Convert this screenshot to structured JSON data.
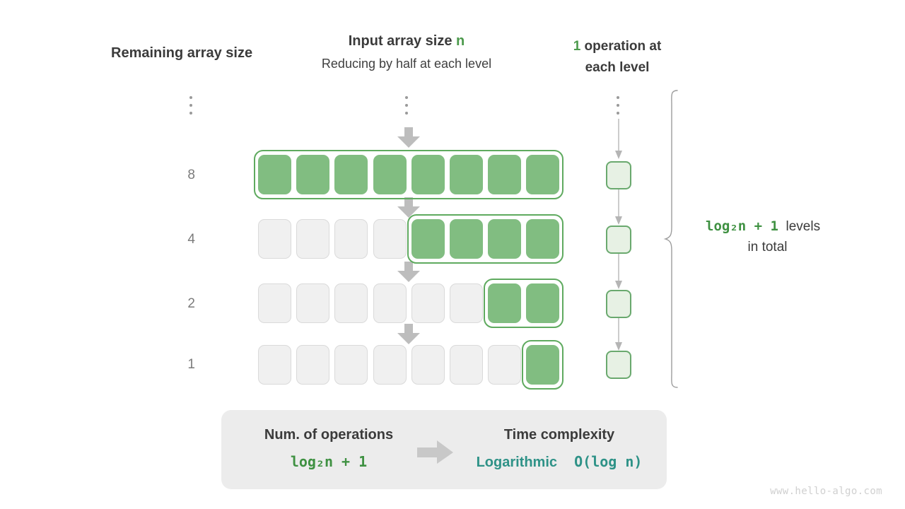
{
  "headers": {
    "left": "Remaining array size",
    "mid_title_text": "Input array size ",
    "mid_title_var": "n",
    "mid_subtitle": "Reducing by half at each level",
    "right_count": "1",
    "right_text_line1": " operation at",
    "right_text_line2": "each level"
  },
  "levels": [
    {
      "size_label": "8",
      "total_cells": 8,
      "filled_cells": 8
    },
    {
      "size_label": "4",
      "total_cells": 8,
      "filled_cells": 4
    },
    {
      "size_label": "2",
      "total_cells": 8,
      "filled_cells": 2
    },
    {
      "size_label": "1",
      "total_cells": 8,
      "filled_cells": 1
    }
  ],
  "operations_column": {
    "box_count": 4,
    "ops_per_level": "1"
  },
  "total_levels": {
    "formula": "log₂n + 1",
    "label_line1": "levels",
    "label_line2": "in total"
  },
  "summary_panel": {
    "left_title": "Num. of operations",
    "left_value": "log₂n + 1",
    "right_title": "Time complexity",
    "right_value_word": "Logarithmic",
    "right_value_notation": "O(log n)"
  },
  "watermark": "www.hello-algo.com",
  "colors": {
    "cell_filled": "#81bd81",
    "cell_empty": "#f0f0f0",
    "group_outline": "#5faa5f",
    "op_box_fill": "#e7f1e4",
    "op_box_border": "#6aa96e",
    "accent_green": "#3f9142",
    "accent_teal": "#2e9287",
    "arrow_gray": "#c0c0c0",
    "panel_bg": "#ececec",
    "text_dark": "#3b3b3b",
    "text_gray": "#7b7b7b"
  }
}
